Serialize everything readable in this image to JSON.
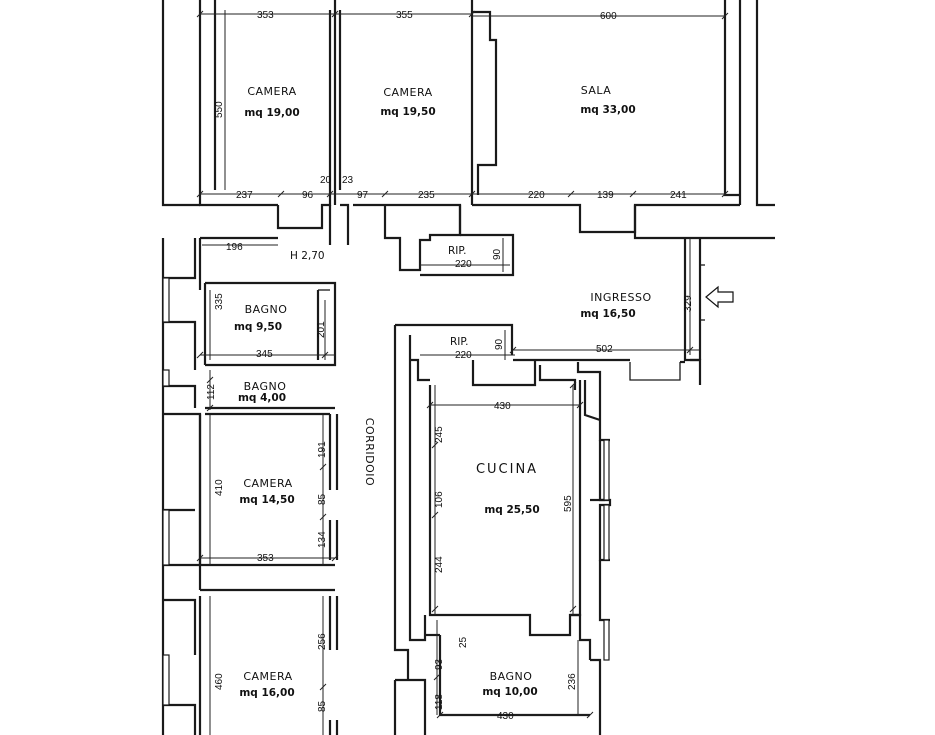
{
  "rooms": {
    "camera_1": {
      "name": "CAMERA",
      "area": "mq 19,00"
    },
    "camera_2": {
      "name": "CAMERA",
      "area": "mq 19,50"
    },
    "sala": {
      "name": "SALA",
      "area": "mq 33,00"
    },
    "bagno_1": {
      "name": "BAGNO",
      "area": "mq 9,50"
    },
    "bagno_2": {
      "name": "BAGNO",
      "area": "mq 4,00"
    },
    "camera_3": {
      "name": "CAMERA",
      "area": "mq 14,50"
    },
    "camera_4": {
      "name": "CAMERA",
      "area": "mq 16,00"
    },
    "ingresso": {
      "name": "INGRESSO",
      "area": "mq 16,50"
    },
    "cucina": {
      "name": "CUCINA",
      "area": "mq 25,50"
    },
    "bagno_3": {
      "name": "BAGNO",
      "area": "mq 10,00"
    },
    "rip_1": {
      "name": "RIP."
    },
    "rip_2": {
      "name": "RIP."
    },
    "corridoio": {
      "name": "CORRIDOIO"
    }
  },
  "labels": {
    "height": "H 2,70"
  },
  "dimensions": {
    "top_camera1_width": "353",
    "top_camera2_width": "355",
    "top_sala_width": "600",
    "camera1_depth": "550",
    "bottom_camera1": "237",
    "bottom_96": "96",
    "dim_20": "20",
    "dim_23": "23",
    "bottom_97": "97",
    "bottom_235": "235",
    "sala_220": "220",
    "sala_139": "139",
    "sala_241": "241",
    "passage_196": "196",
    "rip1_220": "220",
    "rip1_90": "90",
    "bagno1_335": "335",
    "bagno1_201": "201",
    "bagno1_345": "345",
    "ingresso_329": "329",
    "rip2_220": "220",
    "rip2_90": "90",
    "ingresso_502": "502",
    "bagno2_112": "112",
    "cucina_430_top": "430",
    "cucina_245": "245",
    "cucina_106": "106",
    "cucina_244": "244",
    "cucina_595": "595",
    "camera3_191": "191",
    "camera3_410": "410",
    "camera3_85": "85",
    "camera3_134": "134",
    "camera3_353": "353",
    "bagno3_25": "25",
    "bagno3_93": "93",
    "bagno3_118": "118",
    "bagno3_236": "236",
    "bagno3_430": "430",
    "camera4_256": "256",
    "camera4_460": "460",
    "camera4_85": "85"
  }
}
